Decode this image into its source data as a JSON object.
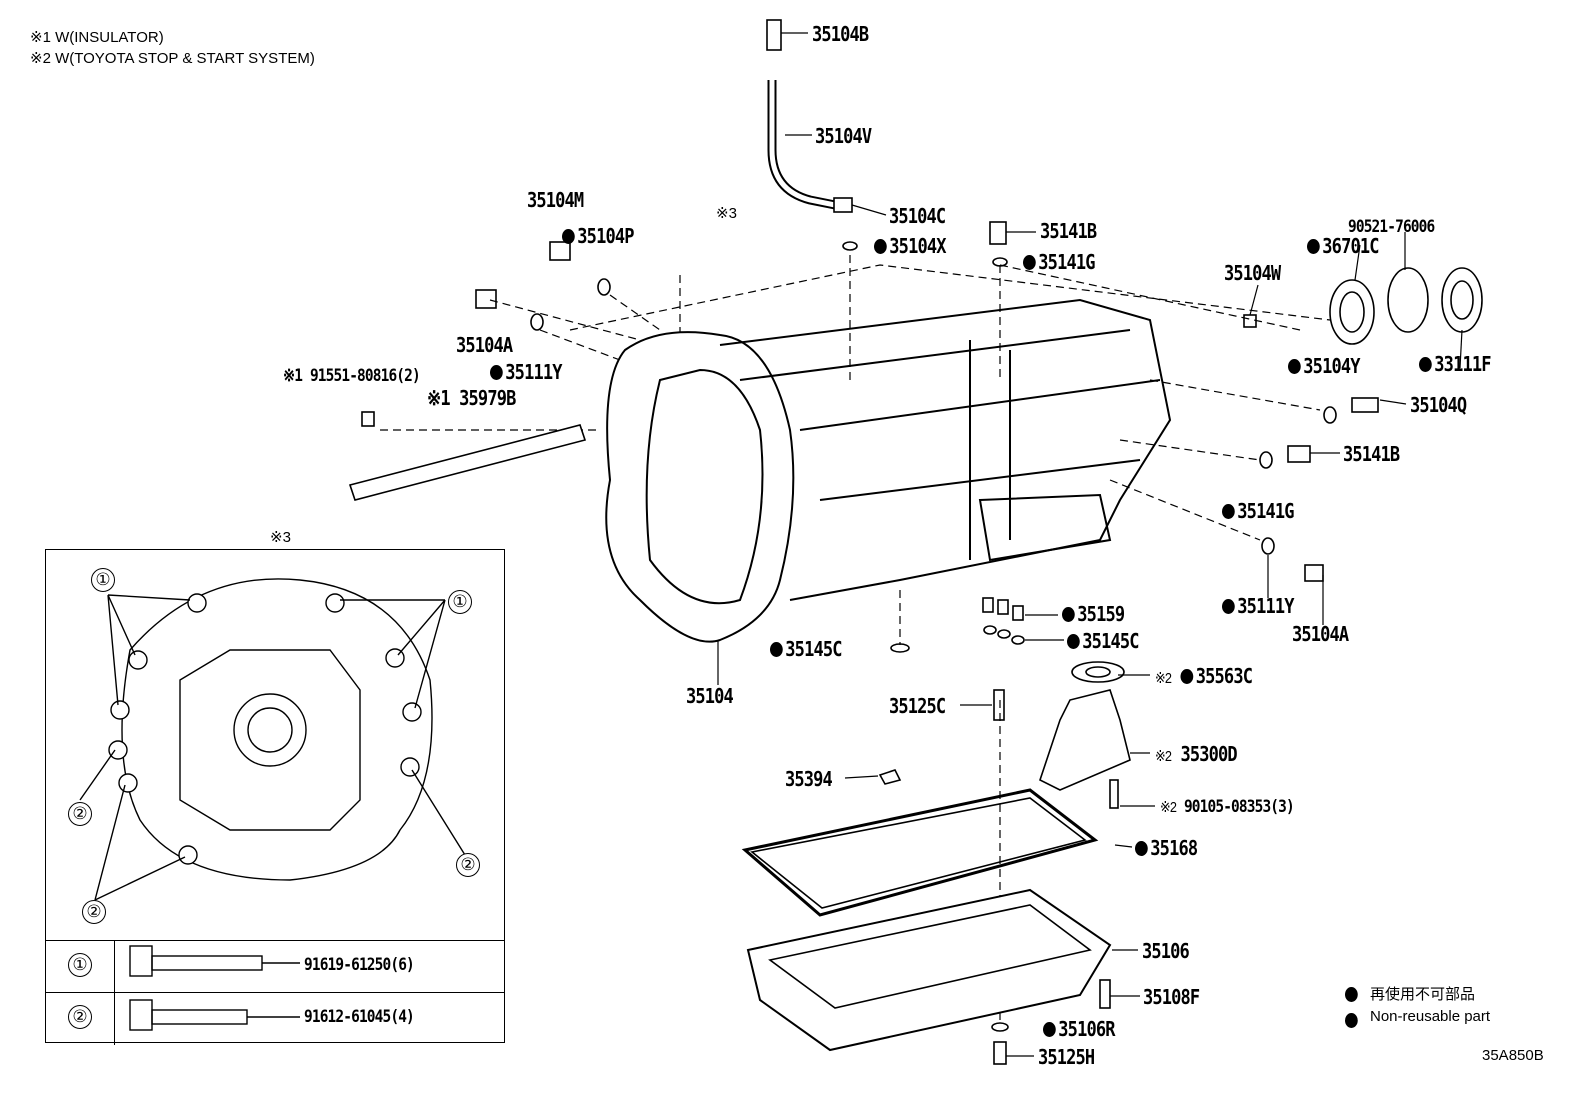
{
  "notes": [
    "※1 W(INSULATOR)",
    "※2 W(TOYOTA STOP & START SYSTEM)"
  ],
  "labels": {
    "p35104B_top": "35104B",
    "p35104V": "35104V",
    "p35104C": "35104C",
    "p35104M": "35104M",
    "p35104P": "35104P",
    "mark3": "※3",
    "p35104X": "35104X",
    "p35141B_top": "35141B",
    "p35141G_top": "35141G",
    "p90521": "90521-76006",
    "p36701C": "36701C",
    "p35104W": "35104W",
    "p35104A_left": "35104A",
    "p35111Y_left": "35111Y",
    "p91551": "※1 91551-80816(2)",
    "p35979B": "※1 35979B",
    "p35104Y": "35104Y",
    "p33111F": "33111F",
    "p35104Q": "35104Q",
    "p35141B_right": "35141B",
    "p35141G_right": "35141G",
    "p35111Y_right": "35111Y",
    "p35104A_right": "35104A",
    "p35159": "35159",
    "p35145C_right": "35145C",
    "p35145C_left": "35145C",
    "p35104": "35104",
    "p35563C": "35563C",
    "p35125C": "35125C",
    "p35300D": "35300D",
    "p35394": "35394",
    "p90105": "90105-08353(3)",
    "p35168": "35168",
    "p35106": "35106",
    "p35108F": "35108F",
    "p35106R": "35106R",
    "p35125H": "35125H",
    "mark2": "※2"
  },
  "inset": {
    "title": "※3",
    "callout_1": "①",
    "callout_2": "②",
    "rows": [
      {
        "key": "①",
        "part": "91619-61250(6)"
      },
      {
        "key": "②",
        "part": "91612-61045(4)"
      }
    ]
  },
  "legend": {
    "jp": "再使用不可部品",
    "en": "Non-reusable part",
    "marker": "non-reusable-dot-icon"
  },
  "figure_code": "35A850B"
}
